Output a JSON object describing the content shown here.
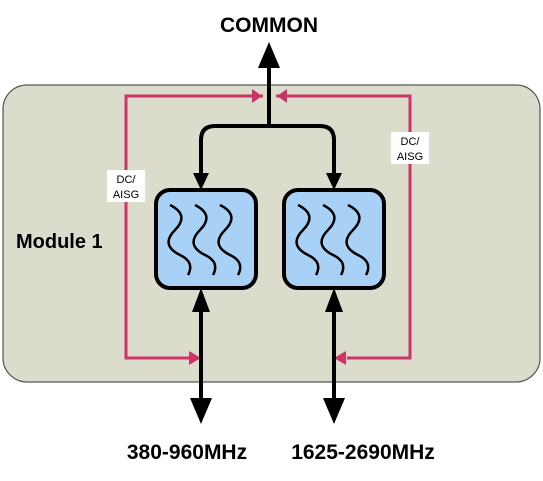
{
  "diagram": {
    "top_port_label": "COMMON",
    "module_label": "Module 1",
    "dc_aisg_left": [
      "DC/",
      "AISG"
    ],
    "dc_aisg_right": [
      "DC/",
      "AISG"
    ],
    "port_left_label": "380-960MHz",
    "port_right_label": "1625-2690MHz"
  },
  "colors": {
    "module_fill": "#dcdccc",
    "filter_fill": "#a9d0f5",
    "dc_line": "#cc3366",
    "signal_line": "#000000"
  }
}
